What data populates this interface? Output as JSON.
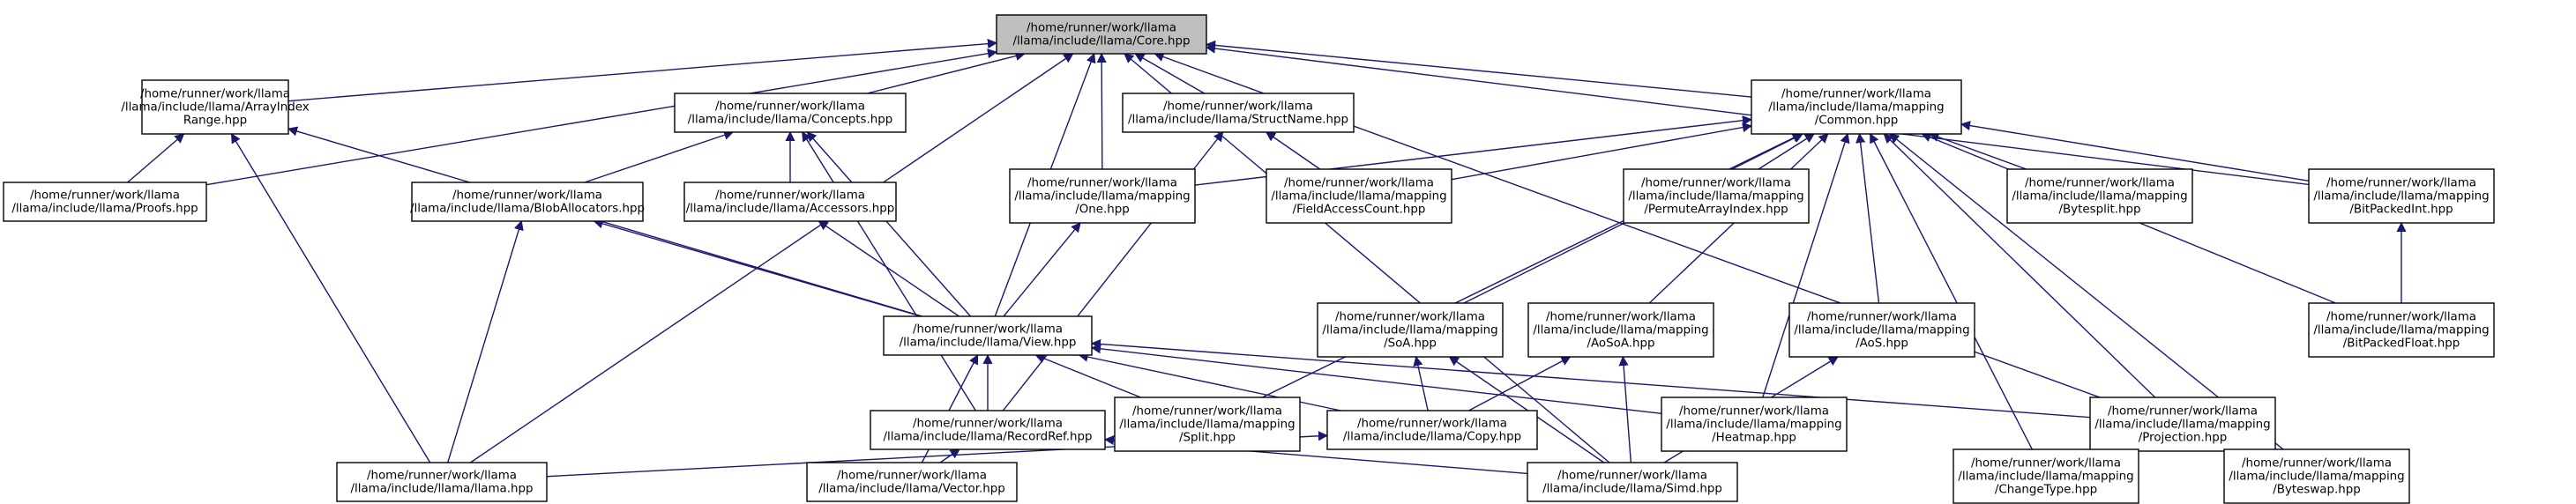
{
  "nodes": [
    {
      "id": "core",
      "lines": [
        "/home/runner/work/llama",
        "/llama/include/llama/Core.hpp"
      ],
      "root": true
    },
    {
      "id": "arrayindexrange",
      "lines": [
        "/home/runner/work/llama",
        "/llama/include/llama/ArrayIndex",
        "Range.hpp"
      ]
    },
    {
      "id": "concepts",
      "lines": [
        "/home/runner/work/llama",
        "/llama/include/llama/Concepts.hpp"
      ]
    },
    {
      "id": "structname",
      "lines": [
        "/home/runner/work/llama",
        "/llama/include/llama/StructName.hpp"
      ]
    },
    {
      "id": "common",
      "lines": [
        "/home/runner/work/llama",
        "/llama/include/llama/mapping",
        "/Common.hpp"
      ]
    },
    {
      "id": "proofs",
      "lines": [
        "/home/runner/work/llama",
        "/llama/include/llama/Proofs.hpp"
      ]
    },
    {
      "id": "blob",
      "lines": [
        "/home/runner/work/llama",
        "/llama/include/llama/BlobAllocators.hpp"
      ]
    },
    {
      "id": "accessors",
      "lines": [
        "/home/runner/work/llama",
        "/llama/include/llama/Accessors.hpp"
      ]
    },
    {
      "id": "one",
      "lines": [
        "/home/runner/work/llama",
        "/llama/include/llama/mapping",
        "/One.hpp"
      ]
    },
    {
      "id": "fieldaccess",
      "lines": [
        "/home/runner/work/llama",
        "/llama/include/llama/mapping",
        "/FieldAccessCount.hpp"
      ]
    },
    {
      "id": "permute",
      "lines": [
        "/home/runner/work/llama",
        "/llama/include/llama/mapping",
        "/PermuteArrayIndex.hpp"
      ]
    },
    {
      "id": "bytesplit",
      "lines": [
        "/home/runner/work/llama",
        "/llama/include/llama/mapping",
        "/Bytesplit.hpp"
      ]
    },
    {
      "id": "bitpackedint",
      "lines": [
        "/home/runner/work/llama",
        "/llama/include/llama/mapping",
        "/BitPackedInt.hpp"
      ]
    },
    {
      "id": "view",
      "lines": [
        "/home/runner/work/llama",
        "/llama/include/llama/View.hpp"
      ]
    },
    {
      "id": "soa",
      "lines": [
        "/home/runner/work/llama",
        "/llama/include/llama/mapping",
        "/SoA.hpp"
      ]
    },
    {
      "id": "aosoa",
      "lines": [
        "/home/runner/work/llama",
        "/llama/include/llama/mapping",
        "/AoSoA.hpp"
      ]
    },
    {
      "id": "aos",
      "lines": [
        "/home/runner/work/llama",
        "/llama/include/llama/mapping",
        "/AoS.hpp"
      ]
    },
    {
      "id": "bitpackedfloat",
      "lines": [
        "/home/runner/work/llama",
        "/llama/include/llama/mapping",
        "/BitPackedFloat.hpp"
      ]
    },
    {
      "id": "recordref",
      "lines": [
        "/home/runner/work/llama",
        "/llama/include/llama/RecordRef.hpp"
      ]
    },
    {
      "id": "split",
      "lines": [
        "/home/runner/work/llama",
        "/llama/include/llama/mapping",
        "/Split.hpp"
      ]
    },
    {
      "id": "copy",
      "lines": [
        "/home/runner/work/llama",
        "/llama/include/llama/Copy.hpp"
      ]
    },
    {
      "id": "heatmap",
      "lines": [
        "/home/runner/work/llama",
        "/llama/include/llama/mapping",
        "/Heatmap.hpp"
      ]
    },
    {
      "id": "projection",
      "lines": [
        "/home/runner/work/llama",
        "/llama/include/llama/mapping",
        "/Projection.hpp"
      ]
    },
    {
      "id": "llama",
      "lines": [
        "/home/runner/work/llama",
        "/llama/include/llama/llama.hpp"
      ]
    },
    {
      "id": "vector",
      "lines": [
        "/home/runner/work/llama",
        "/llama/include/llama/Vector.hpp"
      ]
    },
    {
      "id": "simd",
      "lines": [
        "/home/runner/work/llama",
        "/llama/include/llama/Simd.hpp"
      ]
    },
    {
      "id": "changetype",
      "lines": [
        "/home/runner/work/llama",
        "/llama/include/llama/mapping",
        "/ChangeType.hpp"
      ]
    },
    {
      "id": "byteswap",
      "lines": [
        "/home/runner/work/llama",
        "/llama/include/llama/mapping",
        "/Byteswap.hpp"
      ]
    }
  ],
  "edges": [
    {
      "from": "arrayindexrange",
      "to": "core"
    },
    {
      "from": "concepts",
      "to": "core"
    },
    {
      "from": "structname",
      "to": "core"
    },
    {
      "from": "common",
      "to": "core"
    },
    {
      "from": "proofs",
      "to": "core"
    },
    {
      "from": "view",
      "to": "core"
    },
    {
      "from": "one",
      "to": "core"
    },
    {
      "from": "llama",
      "to": "core"
    },
    {
      "from": "bitpackedint",
      "to": "core"
    },
    {
      "from": "simd",
      "to": "core"
    },
    {
      "from": "byteswap",
      "to": "core"
    },
    {
      "from": "proofs",
      "to": "arrayindexrange"
    },
    {
      "from": "view",
      "to": "arrayindexrange"
    },
    {
      "from": "llama",
      "to": "arrayindexrange"
    },
    {
      "from": "blob",
      "to": "concepts"
    },
    {
      "from": "accessors",
      "to": "concepts"
    },
    {
      "from": "view",
      "to": "concepts"
    },
    {
      "from": "recordref",
      "to": "concepts"
    },
    {
      "from": "fieldaccess",
      "to": "structname"
    },
    {
      "from": "recordref",
      "to": "structname"
    },
    {
      "from": "one",
      "to": "common"
    },
    {
      "from": "fieldaccess",
      "to": "common"
    },
    {
      "from": "permute",
      "to": "common"
    },
    {
      "from": "bytesplit",
      "to": "common"
    },
    {
      "from": "bitpackedint",
      "to": "common"
    },
    {
      "from": "soa",
      "to": "common"
    },
    {
      "from": "aosoa",
      "to": "common"
    },
    {
      "from": "aos",
      "to": "common"
    },
    {
      "from": "bitpackedfloat",
      "to": "common"
    },
    {
      "from": "split",
      "to": "common"
    },
    {
      "from": "heatmap",
      "to": "common"
    },
    {
      "from": "projection",
      "to": "common"
    },
    {
      "from": "changetype",
      "to": "common"
    },
    {
      "from": "byteswap",
      "to": "common"
    },
    {
      "from": "view",
      "to": "blob"
    },
    {
      "from": "llama",
      "to": "blob"
    },
    {
      "from": "view",
      "to": "accessors"
    },
    {
      "from": "view",
      "to": "one"
    },
    {
      "from": "bitpackedfloat",
      "to": "bitpackedint"
    },
    {
      "from": "recordref",
      "to": "view"
    },
    {
      "from": "split",
      "to": "view"
    },
    {
      "from": "copy",
      "to": "view"
    },
    {
      "from": "heatmap",
      "to": "view"
    },
    {
      "from": "projection",
      "to": "view"
    },
    {
      "from": "vector",
      "to": "view"
    },
    {
      "from": "copy",
      "to": "soa"
    },
    {
      "from": "simd",
      "to": "soa"
    },
    {
      "from": "copy",
      "to": "aosoa"
    },
    {
      "from": "simd",
      "to": "aosoa"
    },
    {
      "from": "simd",
      "to": "aos"
    },
    {
      "from": "vector",
      "to": "recordref"
    },
    {
      "from": "simd",
      "to": "recordref"
    },
    {
      "from": "llama",
      "to": "copy"
    },
    {
      "from": "changetype",
      "to": "projection"
    },
    {
      "from": "byteswap",
      "to": "projection"
    }
  ]
}
